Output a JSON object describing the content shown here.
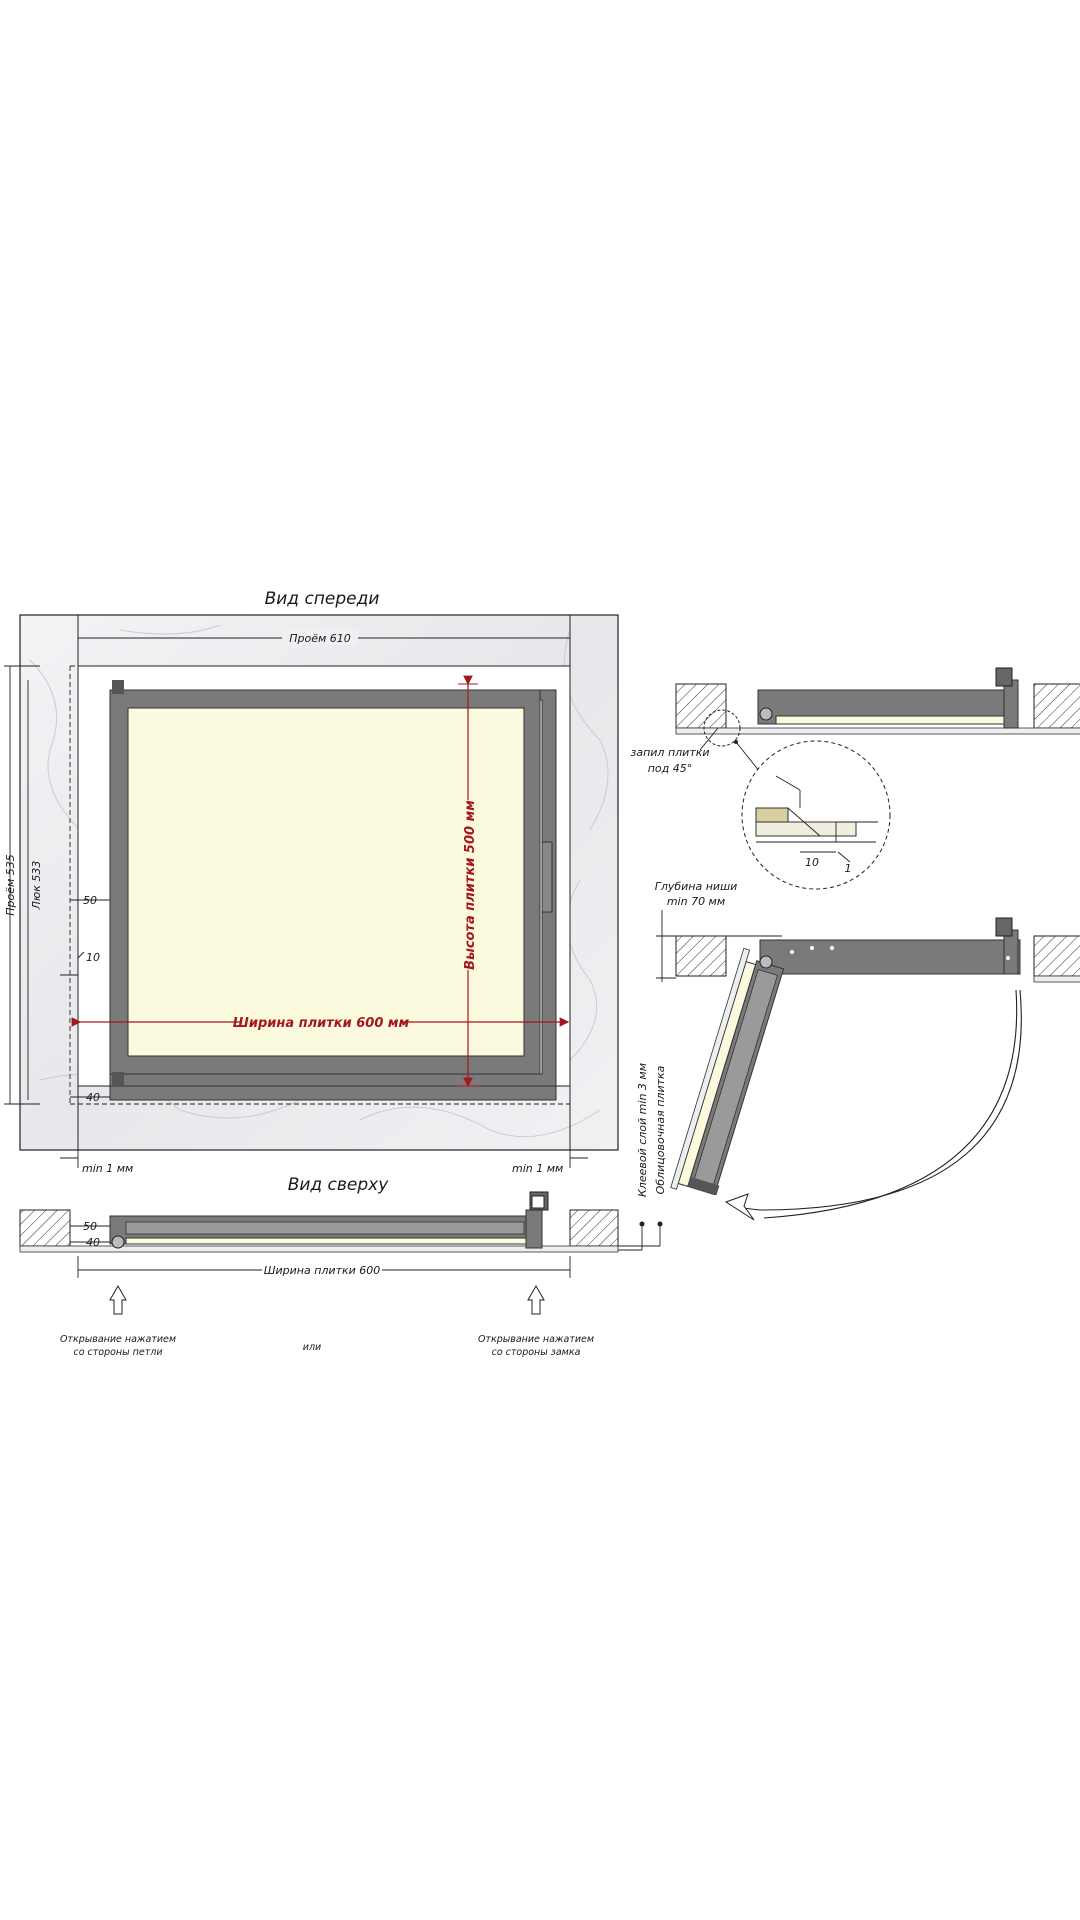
{
  "front_view": {
    "title": "Вид спереди",
    "proyom_width": "Проём 610",
    "proyom_height": "Проём 535",
    "lyuk": "Люк 533",
    "tile_height": "Высота плитки 500 мм",
    "tile_width": "Ширина плитки 600 мм",
    "dim_50": "50",
    "dim_10": "10",
    "dim_40": "40",
    "min_left": "min 1 мм",
    "min_right": "min 1 мм"
  },
  "top_view": {
    "title": "Вид сверху",
    "dim_50": "50",
    "dim_40": "40",
    "tile_width": "Ширина плитки 600",
    "open_hinge_1": "Открывание нажатием",
    "open_hinge_2": "со стороны петли",
    "or": "или",
    "open_lock_1": "Открывание нажатием",
    "open_lock_2": "со стороны замка"
  },
  "side_detail": {
    "cut_1": "запил плитки",
    "cut_2": "под 45°",
    "detail_10": "10",
    "detail_1": "1",
    "depth_1": "Глубина ниши",
    "depth_2": "min 70 мм",
    "glue": "Клеевой слой min 3 мм",
    "facing": "Облицовочная плитка"
  },
  "colors": {
    "marble": "#eceef0",
    "frame": "#7a7a7a",
    "tile": "#fbf9de",
    "dimension_red": "#a3171f"
  }
}
